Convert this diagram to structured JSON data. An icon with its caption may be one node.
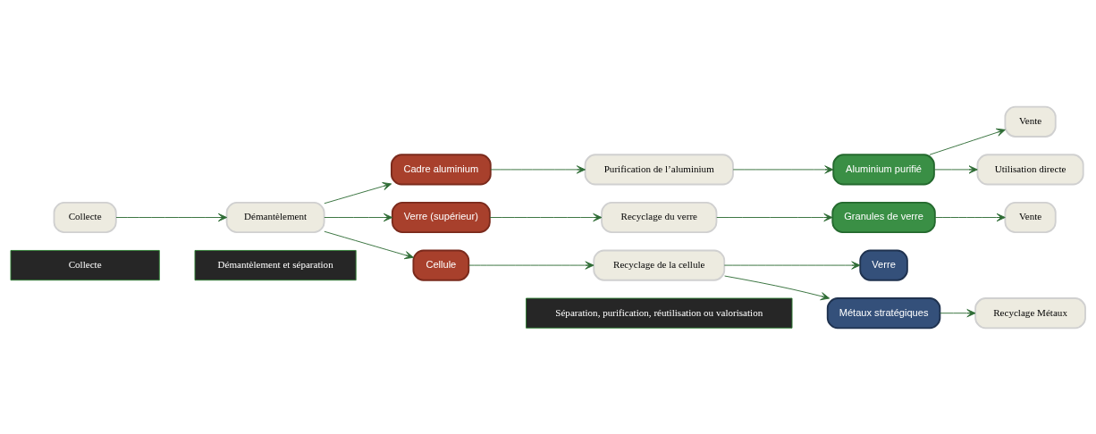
{
  "diagram": {
    "nodes": [
      {
        "text": [
          "Collecte"
        ]
      },
      {
        "text": [
          "Démantèlement et séparation"
        ]
      },
      {
        "text": [
          "Séparation, purification, réutilisation ou valorisation"
        ]
      },
      {
        "text": [
          "Collecte"
        ]
      },
      {
        "text": [
          "Démantèlement"
        ]
      },
      {
        "text": [
          "Cadre aluminium"
        ]
      },
      {
        "text": [
          "Verre (supérieur)"
        ]
      },
      {
        "text": [
          "Cellule"
        ]
      },
      {
        "text": [
          "Purification de l’aluminium"
        ]
      },
      {
        "text": [
          "Recyclage du verre"
        ]
      },
      {
        "text": [
          "Recyclage de la cellule"
        ]
      },
      {
        "text": [
          "Aluminium purifié"
        ]
      },
      {
        "text": [
          "Granules de verre"
        ]
      },
      {
        "text": [
          "Verre"
        ]
      },
      {
        "text": [
          "Métaux stratégiques"
        ]
      },
      {
        "text": [
          "Vente"
        ]
      },
      {
        "text": [
          "Utilisation directe"
        ]
      },
      {
        "text": [
          "Vente"
        ]
      },
      {
        "text": [
          "Recyclage Métaux"
        ]
      }
    ],
    "edges": [
      {
        "from": 3,
        "to": 4,
        "arrow": "to"
      },
      {
        "from": 4,
        "to": 5,
        "arrow": "to"
      },
      {
        "from": 4,
        "to": 6,
        "arrow": "to"
      },
      {
        "from": 4,
        "to": 7,
        "arrow": "to"
      },
      {
        "from": 5,
        "to": 8,
        "arrow": "to"
      },
      {
        "from": 6,
        "to": 9,
        "arrow": "to"
      },
      {
        "from": 7,
        "to": 10,
        "arrow": "to"
      },
      {
        "from": 8,
        "to": 11,
        "arrow": "to"
      },
      {
        "from": 9,
        "to": 12,
        "arrow": "to"
      },
      {
        "from": 10,
        "to": 13,
        "arrow": "to"
      },
      {
        "from": 10,
        "to": 14,
        "arrow": "to"
      },
      {
        "from": 11,
        "to": 15,
        "arrow": "to"
      },
      {
        "from": 11,
        "to": 16,
        "arrow": "to"
      },
      {
        "from": 12,
        "to": 17,
        "arrow": "to"
      },
      {
        "from": 14,
        "to": 18,
        "arrow": "to"
      }
    ]
  }
}
